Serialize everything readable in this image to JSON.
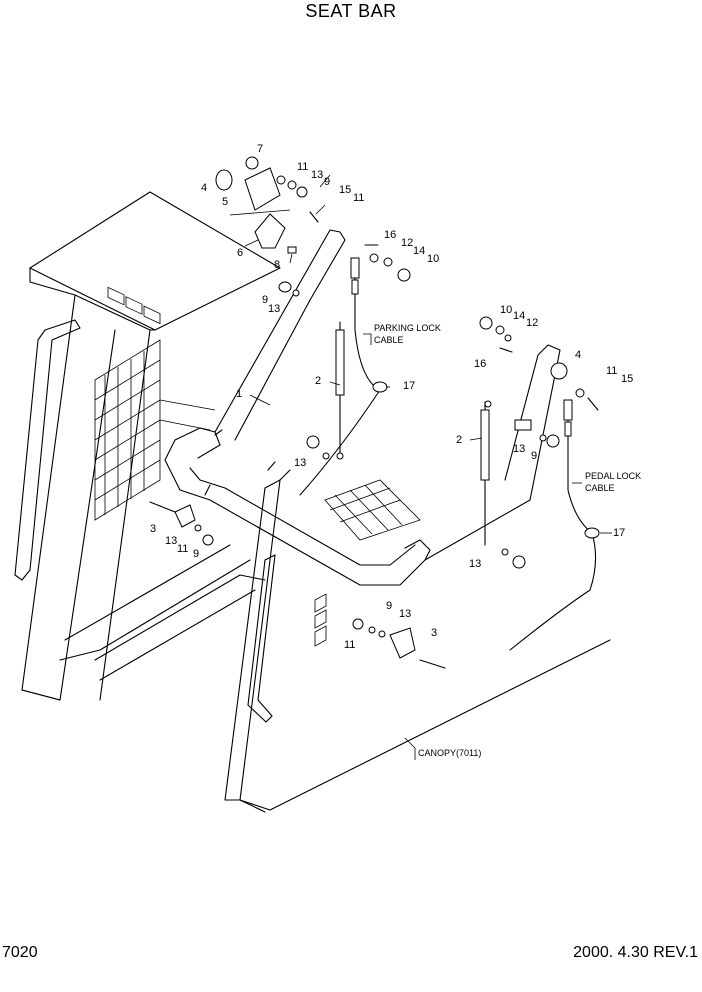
{
  "title": "SEAT BAR",
  "footer": {
    "page": "7020",
    "revision": "2000. 4.30 REV.1"
  },
  "callouts": {
    "c7": "7",
    "c4a": "4",
    "c11a": "11",
    "c13a": "13",
    "c9a": "9",
    "c5": "5",
    "c15a": "15",
    "c11b": "11",
    "c6": "6",
    "c8": "8",
    "c16a": "16",
    "c12a": "12",
    "c14a": "14",
    "c10a": "10",
    "c9b": "9",
    "c13b": "13",
    "c1": "1",
    "c2a": "2",
    "c17a": "17",
    "c13c": "13",
    "c10b": "10",
    "c14b": "14",
    "c12b": "12",
    "c16b": "16",
    "c4b": "4",
    "c11c": "11",
    "c15b": "15",
    "c2b": "2",
    "c13d": "13",
    "c9c": "9",
    "c17b": "17",
    "c3a": "3",
    "c13e": "13",
    "c11d": "11",
    "c9d": "9",
    "c13f": "13",
    "c9e": "9",
    "c13g": "13",
    "c3b": "3",
    "c11e": "11"
  },
  "notes": {
    "parking_1": "PARKING LOCK",
    "parking_2": "CABLE",
    "pedal_1": "PEDAL LOCK",
    "pedal_2": "CABLE",
    "canopy": "CANOPY(7011)"
  }
}
